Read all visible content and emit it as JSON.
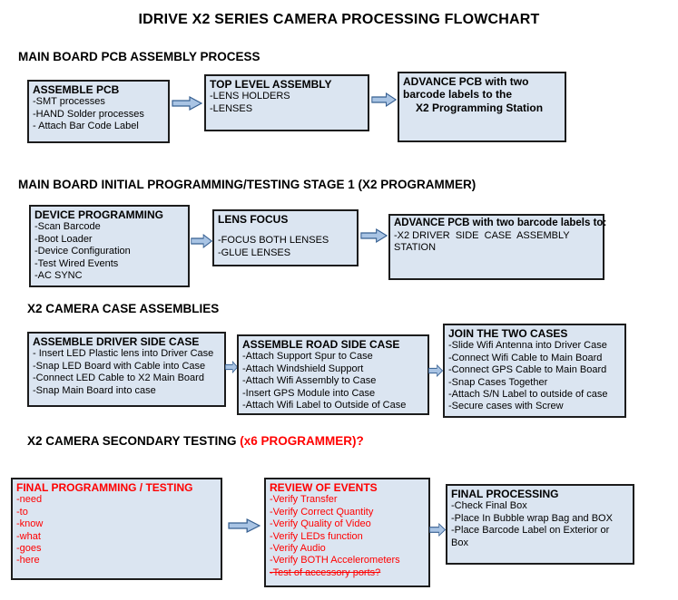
{
  "title": "IDRIVE X2  SERIES CAMERA PROCESSING FLOWCHART",
  "colors": {
    "box_fill": "#dbe5f1",
    "box_border": "#1c1c1c",
    "accent_red": "#ff0000",
    "arrow_fill": "#a9c4e4",
    "arrow_stroke": "#365f91"
  },
  "sections": [
    {
      "heading": "MAIN BOARD PCB ASSEMBLY PROCESS",
      "boxes": [
        {
          "title": "ASSEMBLE PCB",
          "lines": [
            "-SMT processes",
            "-HAND Solder processes",
            "- Attach Bar Code Label"
          ]
        },
        {
          "title": "TOP LEVEL ASSEMBLY",
          "lines": [
            "-LENS HOLDERS",
            "-LENSES"
          ]
        },
        {
          "title": "ADVANCE PCB with two barcode labels to the",
          "subtitle": "X2 Programming Station",
          "lines": []
        }
      ]
    },
    {
      "heading": "MAIN BOARD INITIAL PROGRAMMING/TESTING STAGE 1 (X2 PROGRAMMER)",
      "boxes": [
        {
          "title": "DEVICE PROGRAMMING",
          "lines": [
            "-Scan Barcode",
            "-Boot Loader",
            "-Device Configuration",
            "-Test Wired Events",
            "-AC SYNC"
          ]
        },
        {
          "title": "LENS FOCUS",
          "lines": [
            "-FOCUS BOTH LENSES",
            "-GLUE LENSES"
          ]
        },
        {
          "title": "ADVANCE PCB with two barcode labels to:",
          "lines": [
            "-X2 DRIVER  SIDE  CASE  ASSEMBLY STATION"
          ]
        }
      ]
    },
    {
      "heading": "X2 CAMERA CASE ASSEMBLIES",
      "boxes": [
        {
          "title": "ASSEMBLE DRIVER SIDE CASE",
          "lines": [
            "- Insert LED Plastic lens into Driver Case",
            "-Snap LED Board with Cable into Case",
            "-Connect LED Cable to X2 Main Board",
            "-Snap Main Board into case"
          ]
        },
        {
          "title": "ASSEMBLE ROAD SIDE CASE",
          "lines": [
            "-Attach Support Spur to Case",
            "-Attach Windshield Support",
            "-Attach Wifi Assembly to Case",
            "-Insert GPS Module into Case",
            "-Attach Wifi Label to Outside of Case"
          ]
        },
        {
          "title": "JOIN THE TWO CASES",
          "lines": [
            "-Slide Wifi Antenna into Driver Case",
            "-Connect Wifi Cable to Main Board",
            "-Connect GPS Cable to Main Board",
            "-Snap Cases Together",
            "-Attach S/N Label to outside of case",
            "-Secure cases with Screw"
          ]
        }
      ]
    },
    {
      "heading_black": "X2 CAMERA SECONDARY TESTING",
      "heading_red": " (x6 PROGRAMMER)?",
      "boxes": [
        {
          "title": "FINAL PROGRAMMING / TESTING",
          "lines": [
            "-need",
            "-to",
            "-know",
            "-what",
            "-goes",
            "-here"
          ]
        },
        {
          "title": "REVIEW OF EVENTS",
          "lines": [
            "-Verify Transfer",
            "-Verify Correct Quantity",
            "-Verify Quality of Video",
            "-Verify LEDs function",
            "-Verify Audio",
            "-Verify BOTH Accelerometers",
            "-Test of accessory ports?"
          ]
        },
        {
          "title": "FINAL PROCESSING",
          "lines": [
            "-Check Final Box",
            "-Place In Bubble wrap Bag and BOX",
            "-Place Barcode Label on Exterior or Box"
          ]
        }
      ]
    }
  ]
}
